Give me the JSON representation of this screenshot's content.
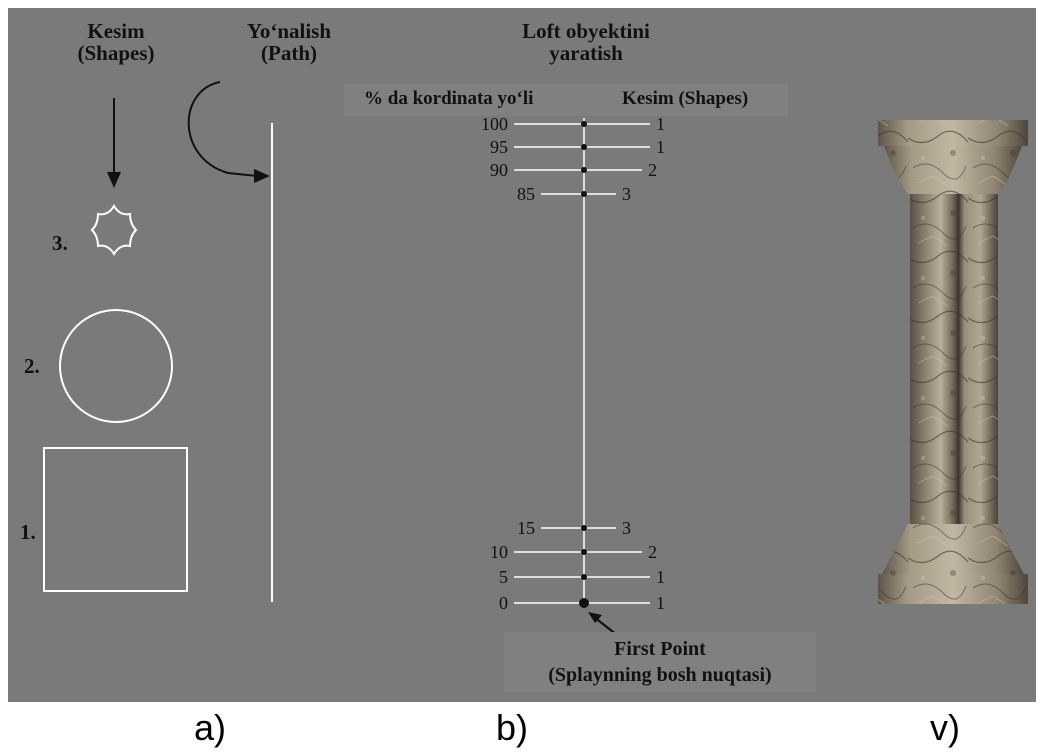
{
  "panel_a": {
    "shapes_title": [
      "Kesim",
      "(Shapes)"
    ],
    "path_title": [
      "Yo‘nalish",
      "(Path)"
    ],
    "shape_labels": [
      "3.",
      "2.",
      "1."
    ]
  },
  "panel_b": {
    "title": [
      "Loft obyektini",
      "yaratish"
    ],
    "left_header": "% da kordinata yo‘li",
    "right_header": "Kesim (Shapes)",
    "levels": [
      {
        "percent": "100",
        "shape": "1"
      },
      {
        "percent": "95",
        "shape": "1"
      },
      {
        "percent": "90",
        "shape": "2"
      },
      {
        "percent": "85",
        "shape": "3"
      },
      {
        "percent": "15",
        "shape": "3"
      },
      {
        "percent": "10",
        "shape": "2"
      },
      {
        "percent": "5",
        "shape": "1"
      },
      {
        "percent": "0",
        "shape": "1"
      }
    ],
    "first_point": [
      "First Point",
      "(Splaynning bosh nuqtasi)"
    ]
  },
  "captions": [
    "a)",
    "b)",
    "v)"
  ],
  "colors": {
    "background": "#7a7a7a",
    "lines": "#ffffff",
    "text": "#111111",
    "stone_light": "#b8ad9a",
    "stone_dark": "#4e463c"
  }
}
